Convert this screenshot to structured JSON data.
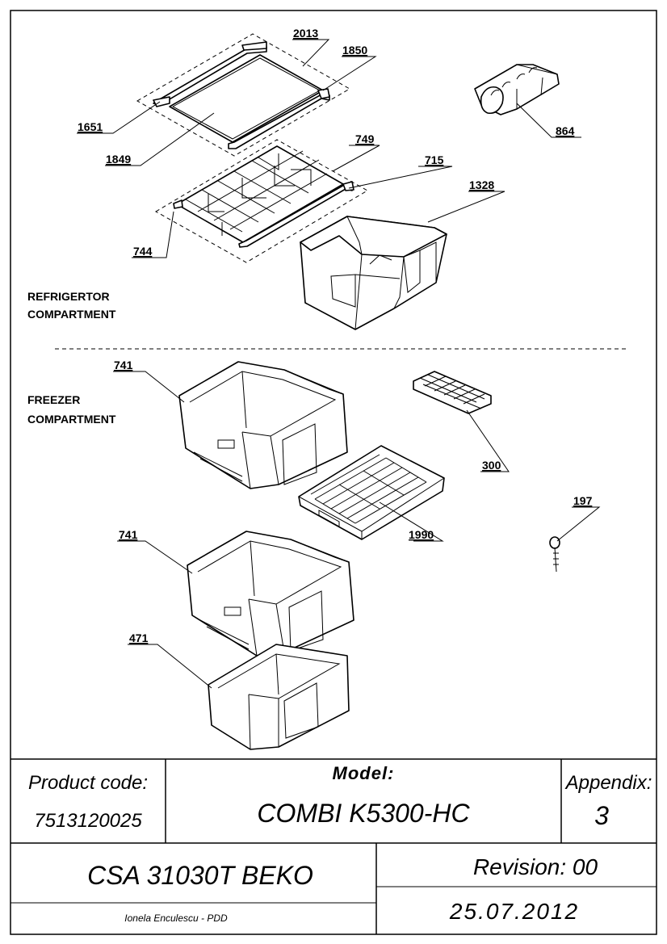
{
  "diagram": {
    "callouts": {
      "c2013": "2013",
      "c1850": "1850",
      "c1651": "1651",
      "c1849": "1849",
      "c749": "749",
      "c715": "715",
      "c1328": "1328",
      "c744": "744",
      "c864": "864",
      "c741a": "741",
      "c300": "300",
      "c1990": "1990",
      "c197": "197",
      "c741b": "741",
      "c471": "471"
    },
    "sections": {
      "refrigerator_line1": "REFRIGERTOR",
      "refrigerator_line2": "COMPARTMENT",
      "freezer_line1": "FREEZER",
      "freezer_line2": "COMPARTMENT"
    }
  },
  "title_block": {
    "product_code_label": "Product code:",
    "product_code_value": "7513120025",
    "model_label": "Model:",
    "model_value": "COMBI K5300-HC",
    "appendix_label": "Appendix:",
    "appendix_value": "3",
    "csa": "CSA 31030T BEKO",
    "revision": "Revision: 00",
    "author": "Ionela Enculescu - PDD",
    "date": "25.07.2012"
  }
}
